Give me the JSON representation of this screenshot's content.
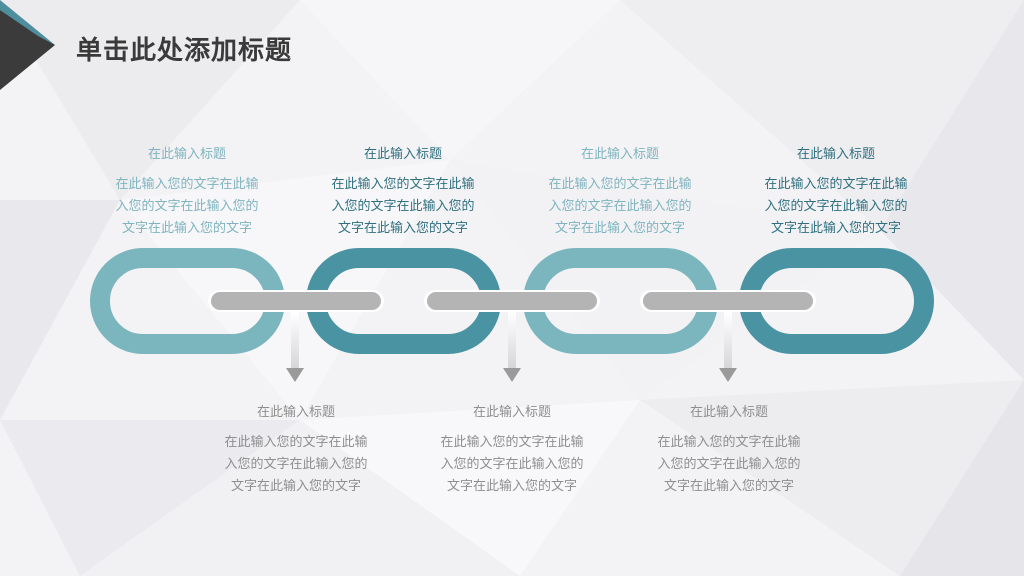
{
  "slide": {
    "title": "单击此处添加标题"
  },
  "colors": {
    "teal_light": "#7bb6bf",
    "teal_dark": "#4a93a3",
    "bar_gray": "#b4b4b4",
    "corner_dark": "#3b3b3b",
    "corner_accent": "#4e8f9e"
  },
  "top_items": [
    {
      "heading": "在此输入标题",
      "body": [
        "在此输入您的文字在此输",
        "入您的文字在此输入您的",
        "文字在此输入您的文字"
      ]
    },
    {
      "heading": "在此输入标题",
      "body": [
        "在此输入您的文字在此输",
        "入您的文字在此输入您的",
        "文字在此输入您的文字"
      ]
    },
    {
      "heading": "在此输入标题",
      "body": [
        "在此输入您的文字在此输",
        "入您的文字在此输入您的",
        "文字在此输入您的文字"
      ]
    },
    {
      "heading": "在此输入标题",
      "body": [
        "在此输入您的文字在此输",
        "入您的文字在此输入您的",
        "文字在此输入您的文字"
      ]
    }
  ],
  "bottom_items": [
    {
      "heading": "在此输入标题",
      "body": [
        "在此输入您的文字在此输",
        "入您的文字在此输入您的",
        "文字在此输入您的文字"
      ]
    },
    {
      "heading": "在此输入标题",
      "body": [
        "在此输入您的文字在此输",
        "入您的文字在此输入您的",
        "文字在此输入您的文字"
      ]
    },
    {
      "heading": "在此输入标题",
      "body": [
        "在此输入您的文字在此输",
        "入您的文字在此输入您的",
        "文字在此输入您的文字"
      ]
    }
  ]
}
